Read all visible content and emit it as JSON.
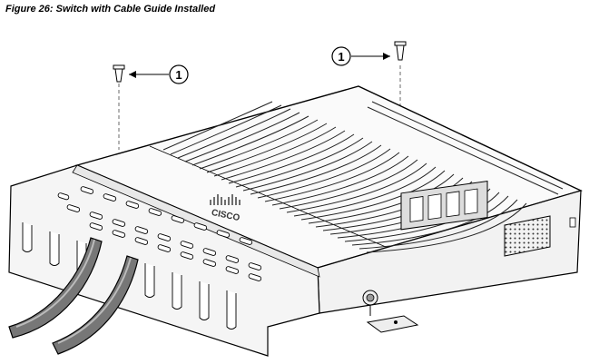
{
  "caption": "Figure 26: Switch with Cable Guide Installed",
  "callouts": [
    {
      "number": "1",
      "target": "left-screw"
    },
    {
      "number": "1",
      "target": "right-screw"
    }
  ],
  "logo_text": "CISCO"
}
